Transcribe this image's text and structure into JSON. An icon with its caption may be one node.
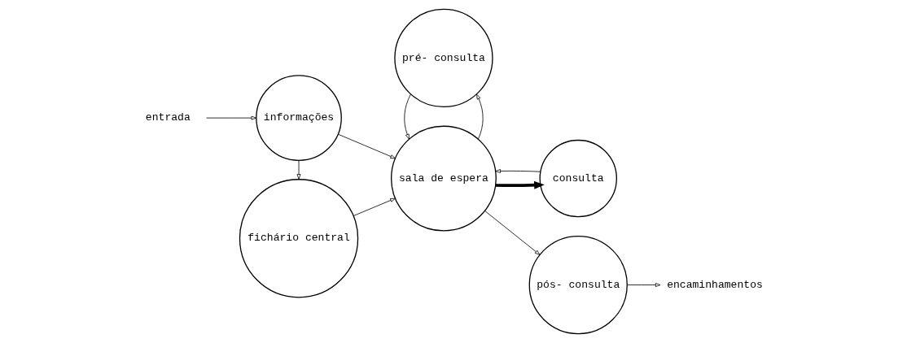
{
  "diagram": {
    "nodes": [
      {
        "text": [
          "fichário central"
        ]
      },
      {
        "text": [
          "pré- consulta"
        ]
      },
      {
        "text": [
          "consulta"
        ]
      },
      {
        "text": [
          "informações"
        ]
      },
      {
        "text": [
          "sala de espera"
        ]
      },
      {
        "text": [
          "pós- consulta"
        ]
      },
      {
        "text": [
          "entrada"
        ]
      },
      {
        "text": [
          "encaminhamentos"
        ]
      }
    ],
    "edges": [
      {
        "from": 6,
        "to": 3,
        "arrow": "to"
      },
      {
        "from": 3,
        "to": 0,
        "arrow": "to"
      },
      {
        "from": 0,
        "to": 4,
        "arrow": "to"
      },
      {
        "from": 3,
        "to": 4,
        "arrow": "to"
      },
      {
        "from": 4,
        "to": 1,
        "arrow": "to"
      },
      {
        "from": 1,
        "to": 4,
        "arrow": "to"
      },
      {
        "from": 4,
        "to": 2,
        "arrow": "to",
        "style": "thick"
      },
      {
        "from": 2,
        "to": 4,
        "arrow": "to"
      },
      {
        "from": 4,
        "to": 5,
        "arrow": "to"
      },
      {
        "from": 5,
        "to": 7,
        "arrow": "to"
      }
    ]
  }
}
